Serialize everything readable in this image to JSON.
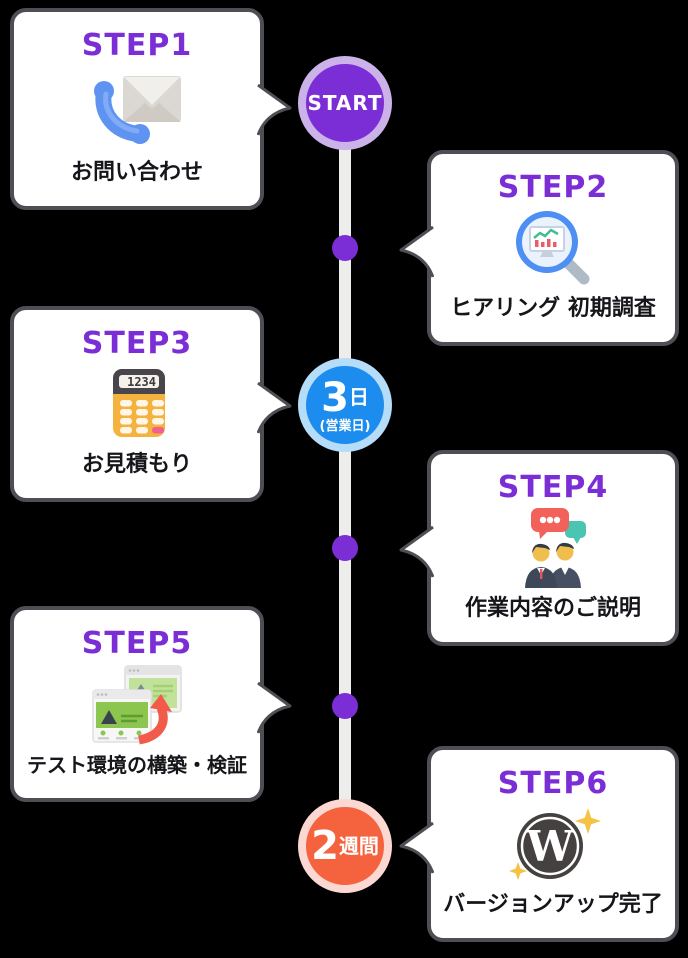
{
  "colors": {
    "accent_purple": "#7B2ED6",
    "marker_blue": "#1C8DEE",
    "marker_orange": "#F4623E",
    "card_border": "#4E4F54"
  },
  "timeline": {
    "start_label": "START",
    "mid": {
      "number": "3",
      "unit": "日",
      "sub": "(営業日)"
    },
    "end": {
      "number": "2",
      "unit": "週間"
    }
  },
  "steps": [
    {
      "label": "STEP1",
      "caption": "お問い合わせ",
      "icon": "phone-mail-icon",
      "side": "left"
    },
    {
      "label": "STEP2",
      "caption": "ヒアリング 初期調査",
      "icon": "magnifier-chart-icon",
      "side": "right"
    },
    {
      "label": "STEP3",
      "caption": "お見積もり",
      "icon": "calculator-icon",
      "side": "left"
    },
    {
      "label": "STEP4",
      "caption": "作業内容のご説明",
      "icon": "discussion-icon",
      "side": "right"
    },
    {
      "label": "STEP5",
      "caption": "テスト環境の構築・検証",
      "icon": "site-migration-icon",
      "side": "left"
    },
    {
      "label": "STEP6",
      "caption": "バージョンアップ完了",
      "icon": "wordpress-icon",
      "side": "right"
    }
  ],
  "icons": {
    "calculator_display": "1234",
    "wordpress_letter": "W"
  }
}
